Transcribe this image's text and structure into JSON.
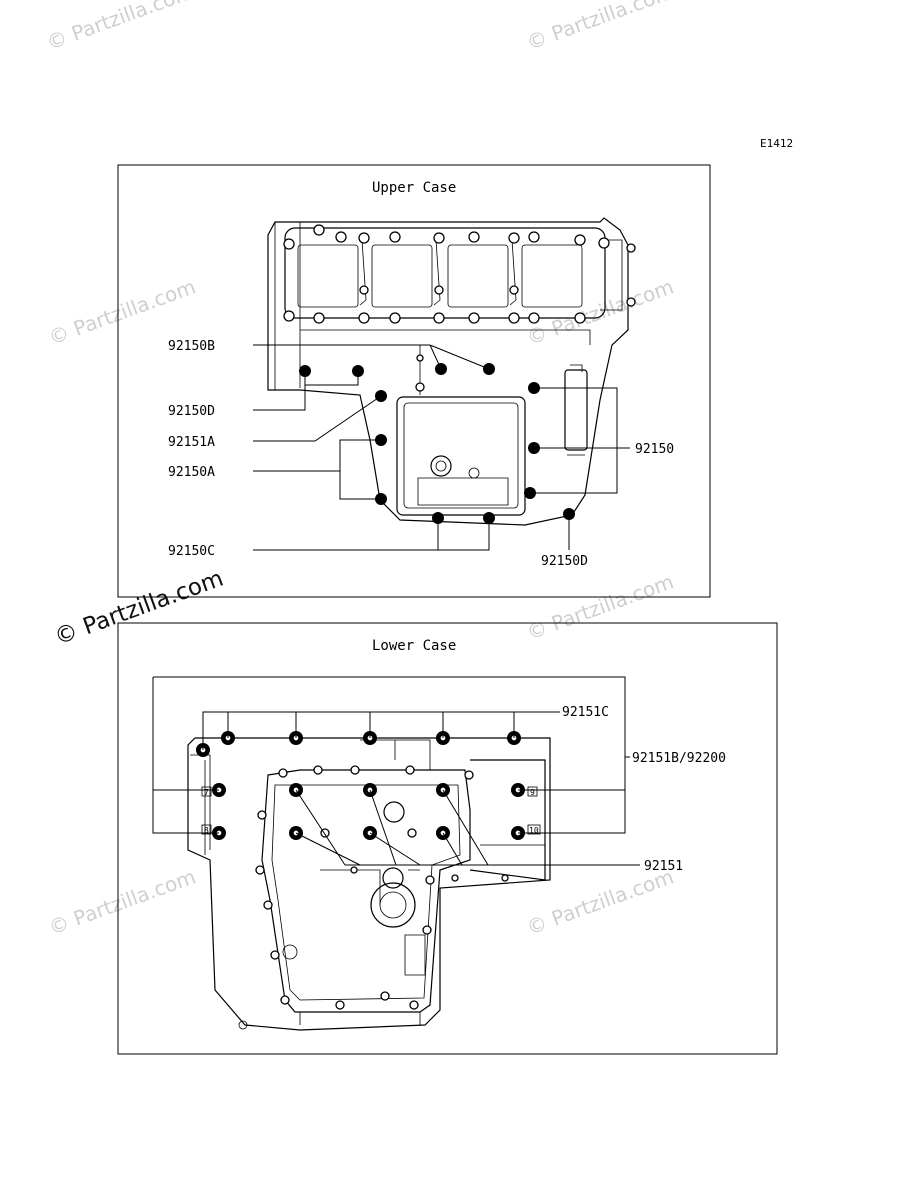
{
  "diagram_code": "E1412",
  "watermark": "© Partzilla.com",
  "upper_case": {
    "title": "Upper Case",
    "labels": [
      "92150B",
      "92150D",
      "92151A",
      "92150A",
      "92150C",
      "92150",
      "92150D"
    ]
  },
  "lower_case": {
    "title": "Lower Case",
    "labels": [
      "92151C",
      "92151B/92200",
      "92151"
    ],
    "marker_numbers": [
      "7",
      "8",
      "9",
      "10"
    ]
  }
}
